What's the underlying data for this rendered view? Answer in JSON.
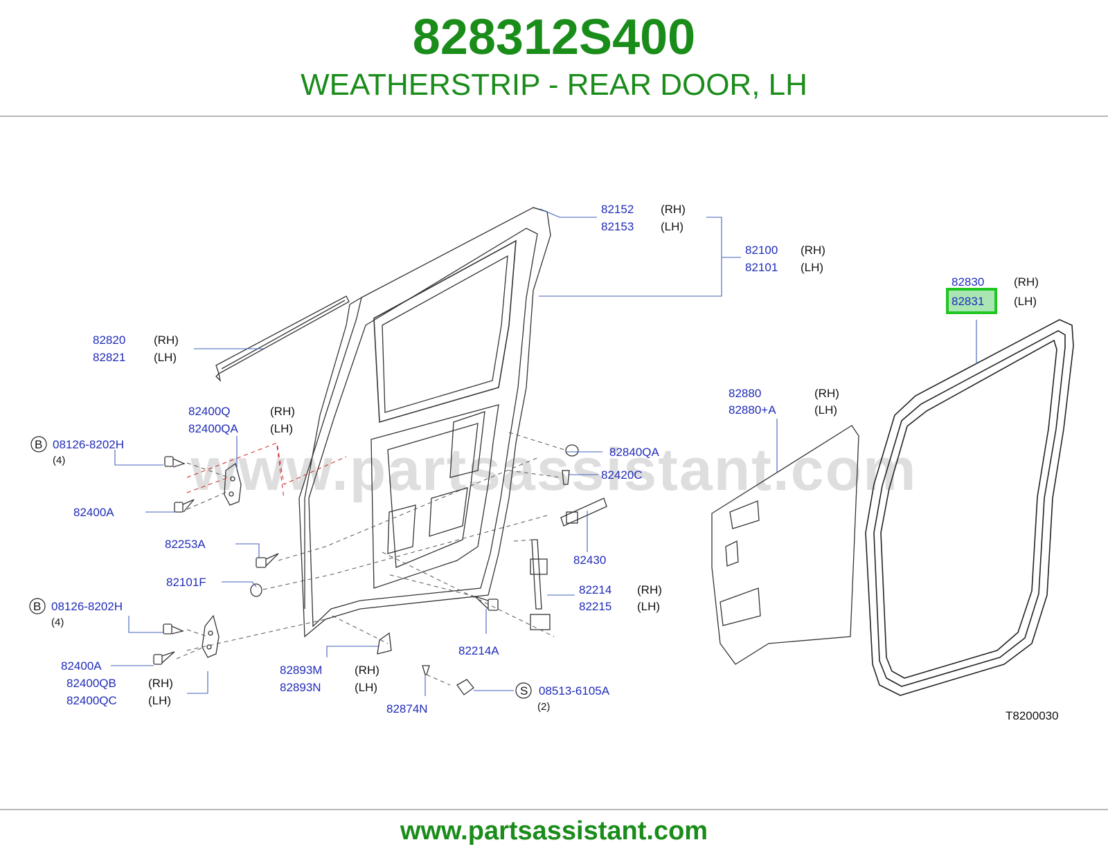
{
  "header": {
    "part_number": "828312S400",
    "description": "WEATHERSTRIP - REAR DOOR, LH"
  },
  "colors": {
    "title_green": "#1a8c1a",
    "part_blue": "#1f2bb8",
    "highlight_green": "#22c622",
    "highlight_fill": "#a9e6b4"
  },
  "diagram": {
    "code": "T8200030",
    "watermark": "www.partsassistant.com",
    "highlighted_part": "82831",
    "callouts": [
      {
        "id": "c1",
        "part": "82152",
        "side": "(RH)"
      },
      {
        "id": "c2",
        "part": "82153",
        "side": "(LH)"
      },
      {
        "id": "c3",
        "part": "82100",
        "side": "(RH)"
      },
      {
        "id": "c4",
        "part": "82101",
        "side": "(LH)"
      },
      {
        "id": "c5",
        "part": "82830",
        "side": "(RH)"
      },
      {
        "id": "c6",
        "part": "82831",
        "side": "(LH)"
      },
      {
        "id": "c7",
        "part": "82820",
        "side": "(RH)"
      },
      {
        "id": "c8",
        "part": "82821",
        "side": "(LH)"
      },
      {
        "id": "c9",
        "part": "82880",
        "side": "(RH)"
      },
      {
        "id": "c10",
        "part": "82880+A",
        "side": "(LH)"
      },
      {
        "id": "c11",
        "part": "82400Q",
        "side": "(RH)"
      },
      {
        "id": "c12",
        "part": "82400QA",
        "side": "(LH)"
      },
      {
        "id": "c13",
        "part": "08126-8202H",
        "badge": "B",
        "qty": "(4)"
      },
      {
        "id": "c14",
        "part": "82840QA"
      },
      {
        "id": "c15",
        "part": "82420C"
      },
      {
        "id": "c16",
        "part": "82400A"
      },
      {
        "id": "c17",
        "part": "82253A"
      },
      {
        "id": "c18",
        "part": "82430"
      },
      {
        "id": "c19",
        "part": "82101F"
      },
      {
        "id": "c20",
        "part": "82214",
        "side": "(RH)"
      },
      {
        "id": "c21",
        "part": "82215",
        "side": "(LH)"
      },
      {
        "id": "c22",
        "part": "08126-8202H",
        "badge": "B",
        "qty": "(4)"
      },
      {
        "id": "c23",
        "part": "82214A"
      },
      {
        "id": "c24",
        "part": "82400A"
      },
      {
        "id": "c25",
        "part": "82893M",
        "side": "(RH)"
      },
      {
        "id": "c26",
        "part": "82893N",
        "side": "(LH)"
      },
      {
        "id": "c27",
        "part": "82400QB",
        "side": "(RH)"
      },
      {
        "id": "c28",
        "part": "82400QC",
        "side": "(LH)"
      },
      {
        "id": "c29",
        "part": "08513-6105A",
        "badge": "S",
        "qty": "(2)"
      },
      {
        "id": "c30",
        "part": "82874N"
      }
    ]
  },
  "footer": {
    "url": "www.partsassistant.com"
  }
}
